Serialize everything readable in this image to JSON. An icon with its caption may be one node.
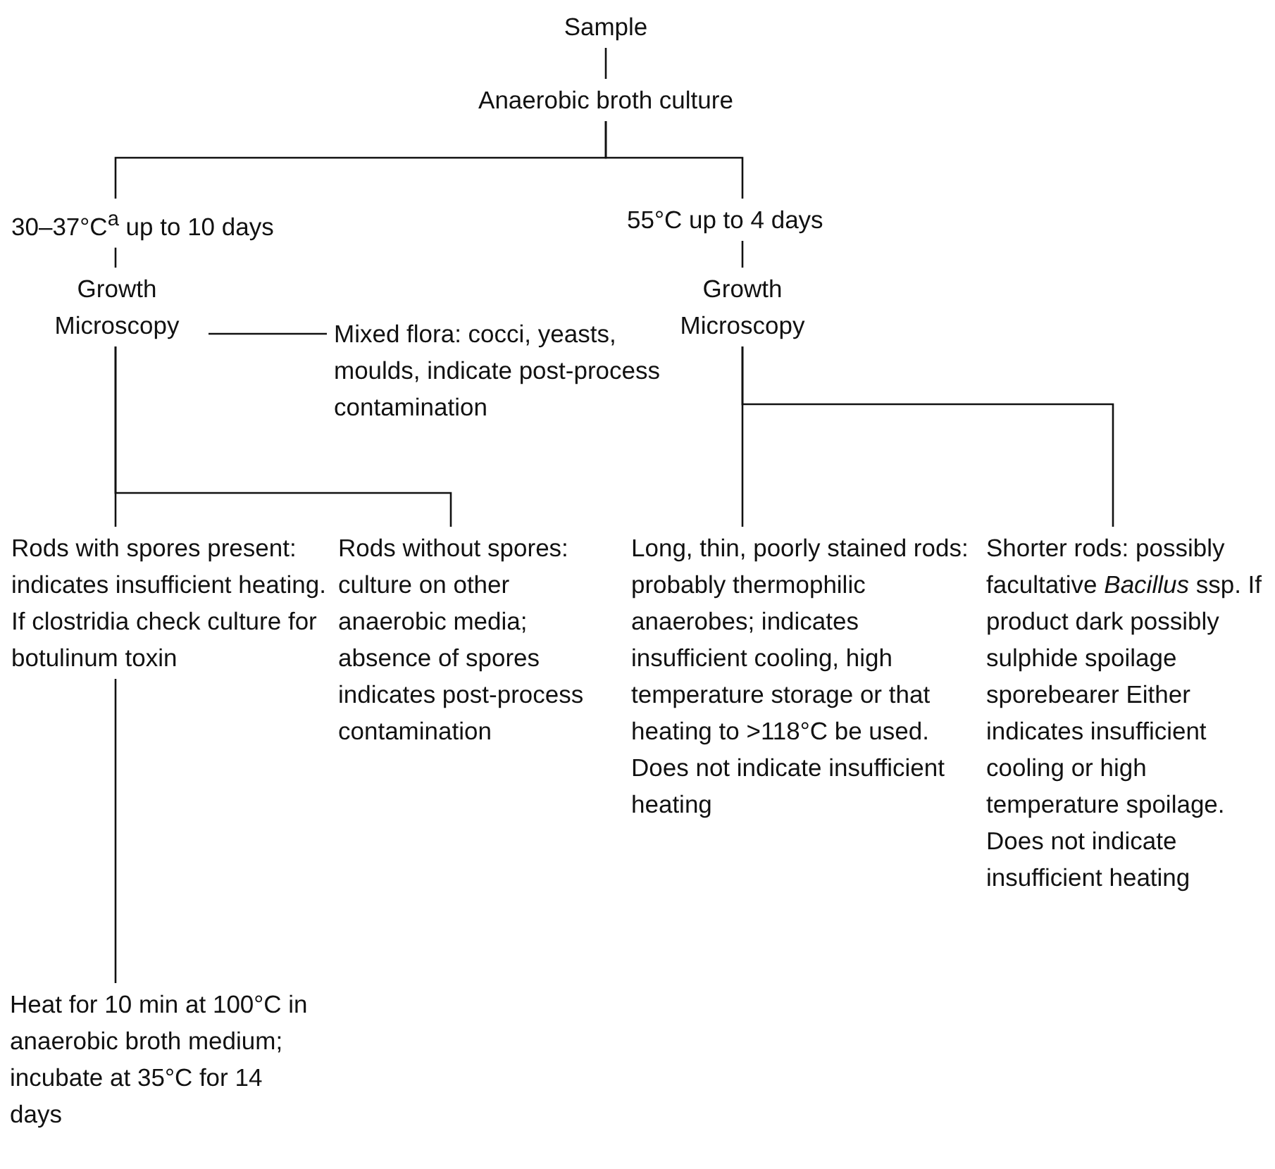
{
  "diagram": {
    "nodes": [
      {
        "text": [
          "Sample"
        ]
      },
      {
        "text": [
          "Anaerobic broth culture"
        ]
      },
      {
        "text": [
          "30–37°C$^{a}$ up to 10 days"
        ]
      },
      {
        "text": [
          "55°C up to 4 days"
        ]
      },
      {
        "text": [
          "Growth Microscopy"
        ]
      },
      {
        "text": [
          "Growth Microscopy"
        ]
      },
      {
        "text": [
          "Mixed flora: cocci, yeasts, moulds, indicate post-process contamination"
        ]
      },
      {
        "text": [
          "Rods with spores present: indicates insufficient heating. If clostridia check culture for botulinum toxin"
        ]
      },
      {
        "text": [
          "Rods without spores: culture on other anaerobic media; absence of spores indicates post-process contamination"
        ]
      },
      {
        "text": [
          "Long, thin, poorly stained rods: probably thermophilic anaerobes; indicates insufficient cooling, high temperature storage or that heating to >118°C be used. Does not indicate insufficient heating"
        ]
      },
      {
        "text": [
          "Shorter rods: possibly facultative *Bacillus* ssp. If product dark possibly sulphide spoilage sporebearer Either indicates insufficient cooling or high temperature spoilage. Does not indicate insufficient heating"
        ]
      },
      {
        "text": [
          "Heat for 10 min at 100°C in anaerobic broth medium; incubate at 35°C for 14 days"
        ]
      }
    ],
    "edges": [
      {
        "from": 0,
        "to": 1,
        "arrow": "none"
      },
      {
        "from": 1,
        "to": 2,
        "arrow": "none"
      },
      {
        "from": 1,
        "to": 3,
        "arrow": "none"
      },
      {
        "from": 2,
        "to": 4,
        "arrow": "none"
      },
      {
        "from": 3,
        "to": 5,
        "arrow": "none"
      },
      {
        "from": 4,
        "to": 6,
        "arrow": "none"
      },
      {
        "from": 4,
        "to": 7,
        "arrow": "none"
      },
      {
        "from": 4,
        "to": 8,
        "arrow": "none"
      },
      {
        "from": 5,
        "to": 9,
        "arrow": "none"
      },
      {
        "from": 5,
        "to": 10,
        "arrow": "none"
      },
      {
        "from": 7,
        "to": 11,
        "arrow": "none"
      }
    ]
  }
}
